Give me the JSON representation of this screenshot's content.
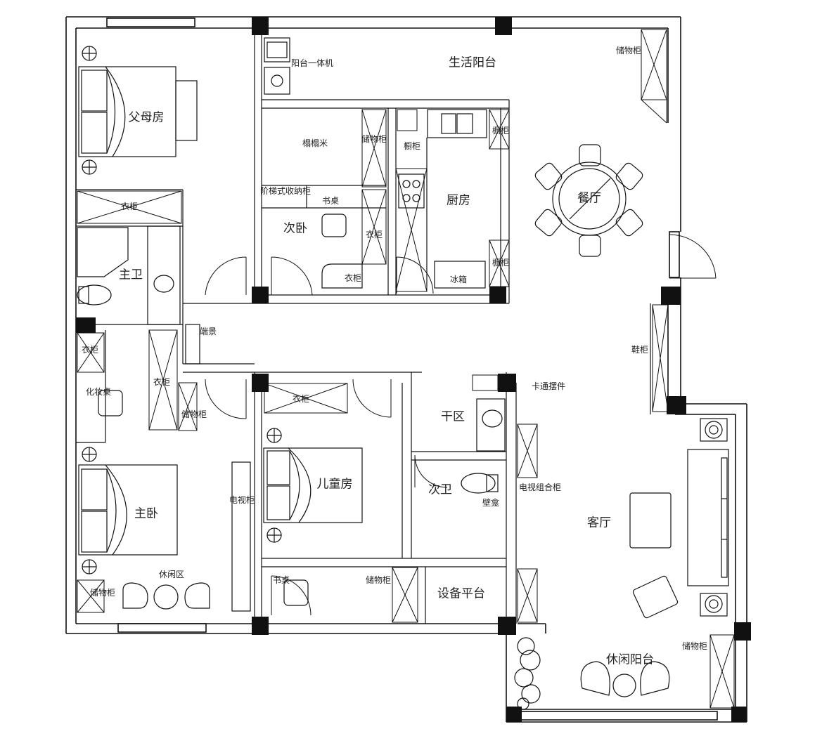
{
  "rooms": {
    "parents_room": "父母房",
    "master_bath": "主卫",
    "master_bedroom": "主卧",
    "second_bedroom": "次卧",
    "children_room": "儿童房",
    "second_bath": "次卫",
    "kitchen": "厨房",
    "dining": "餐厅",
    "living": "客厅",
    "utility_balcony": "生活阳台",
    "leisure_balcony": "休闲阳台",
    "equipment_platform": "设备平台",
    "dry_zone": "干区"
  },
  "labels": {
    "washer": "阳台一体机",
    "tatami": "榻榻米",
    "storage_balcony": "储物柜",
    "wardrobe_parents": "衣柜",
    "stair_cabinet": "阶梯式收纳柜",
    "desk_second": "书桌",
    "wardrobe_second": "衣柜",
    "wardrobe_second_2": "衣柜",
    "storage_second": "储物柜",
    "cabinet_k1": "橱柜",
    "cabinet_k2": "橱柜",
    "cabinet_k3": "橱柜",
    "fridge": "冰箱",
    "shoe_cabinet": "鞋柜",
    "entry_view": "端景",
    "wardrobe_master_1": "衣柜",
    "vanity": "化妆桌",
    "wardrobe_master_2": "衣柜",
    "storage_master": "储物柜",
    "wardrobe_child": "衣柜",
    "cartoon": "卡通摆件",
    "tv_cabinet_master": "电视柜",
    "tv_combo": "电视组合柜",
    "niche": "壁龛",
    "leisure_area": "休闲区",
    "storage_master_2": "储物柜",
    "desk_child": "书桌",
    "storage_child": "储物柜",
    "storage_leisure": "储物柜"
  }
}
